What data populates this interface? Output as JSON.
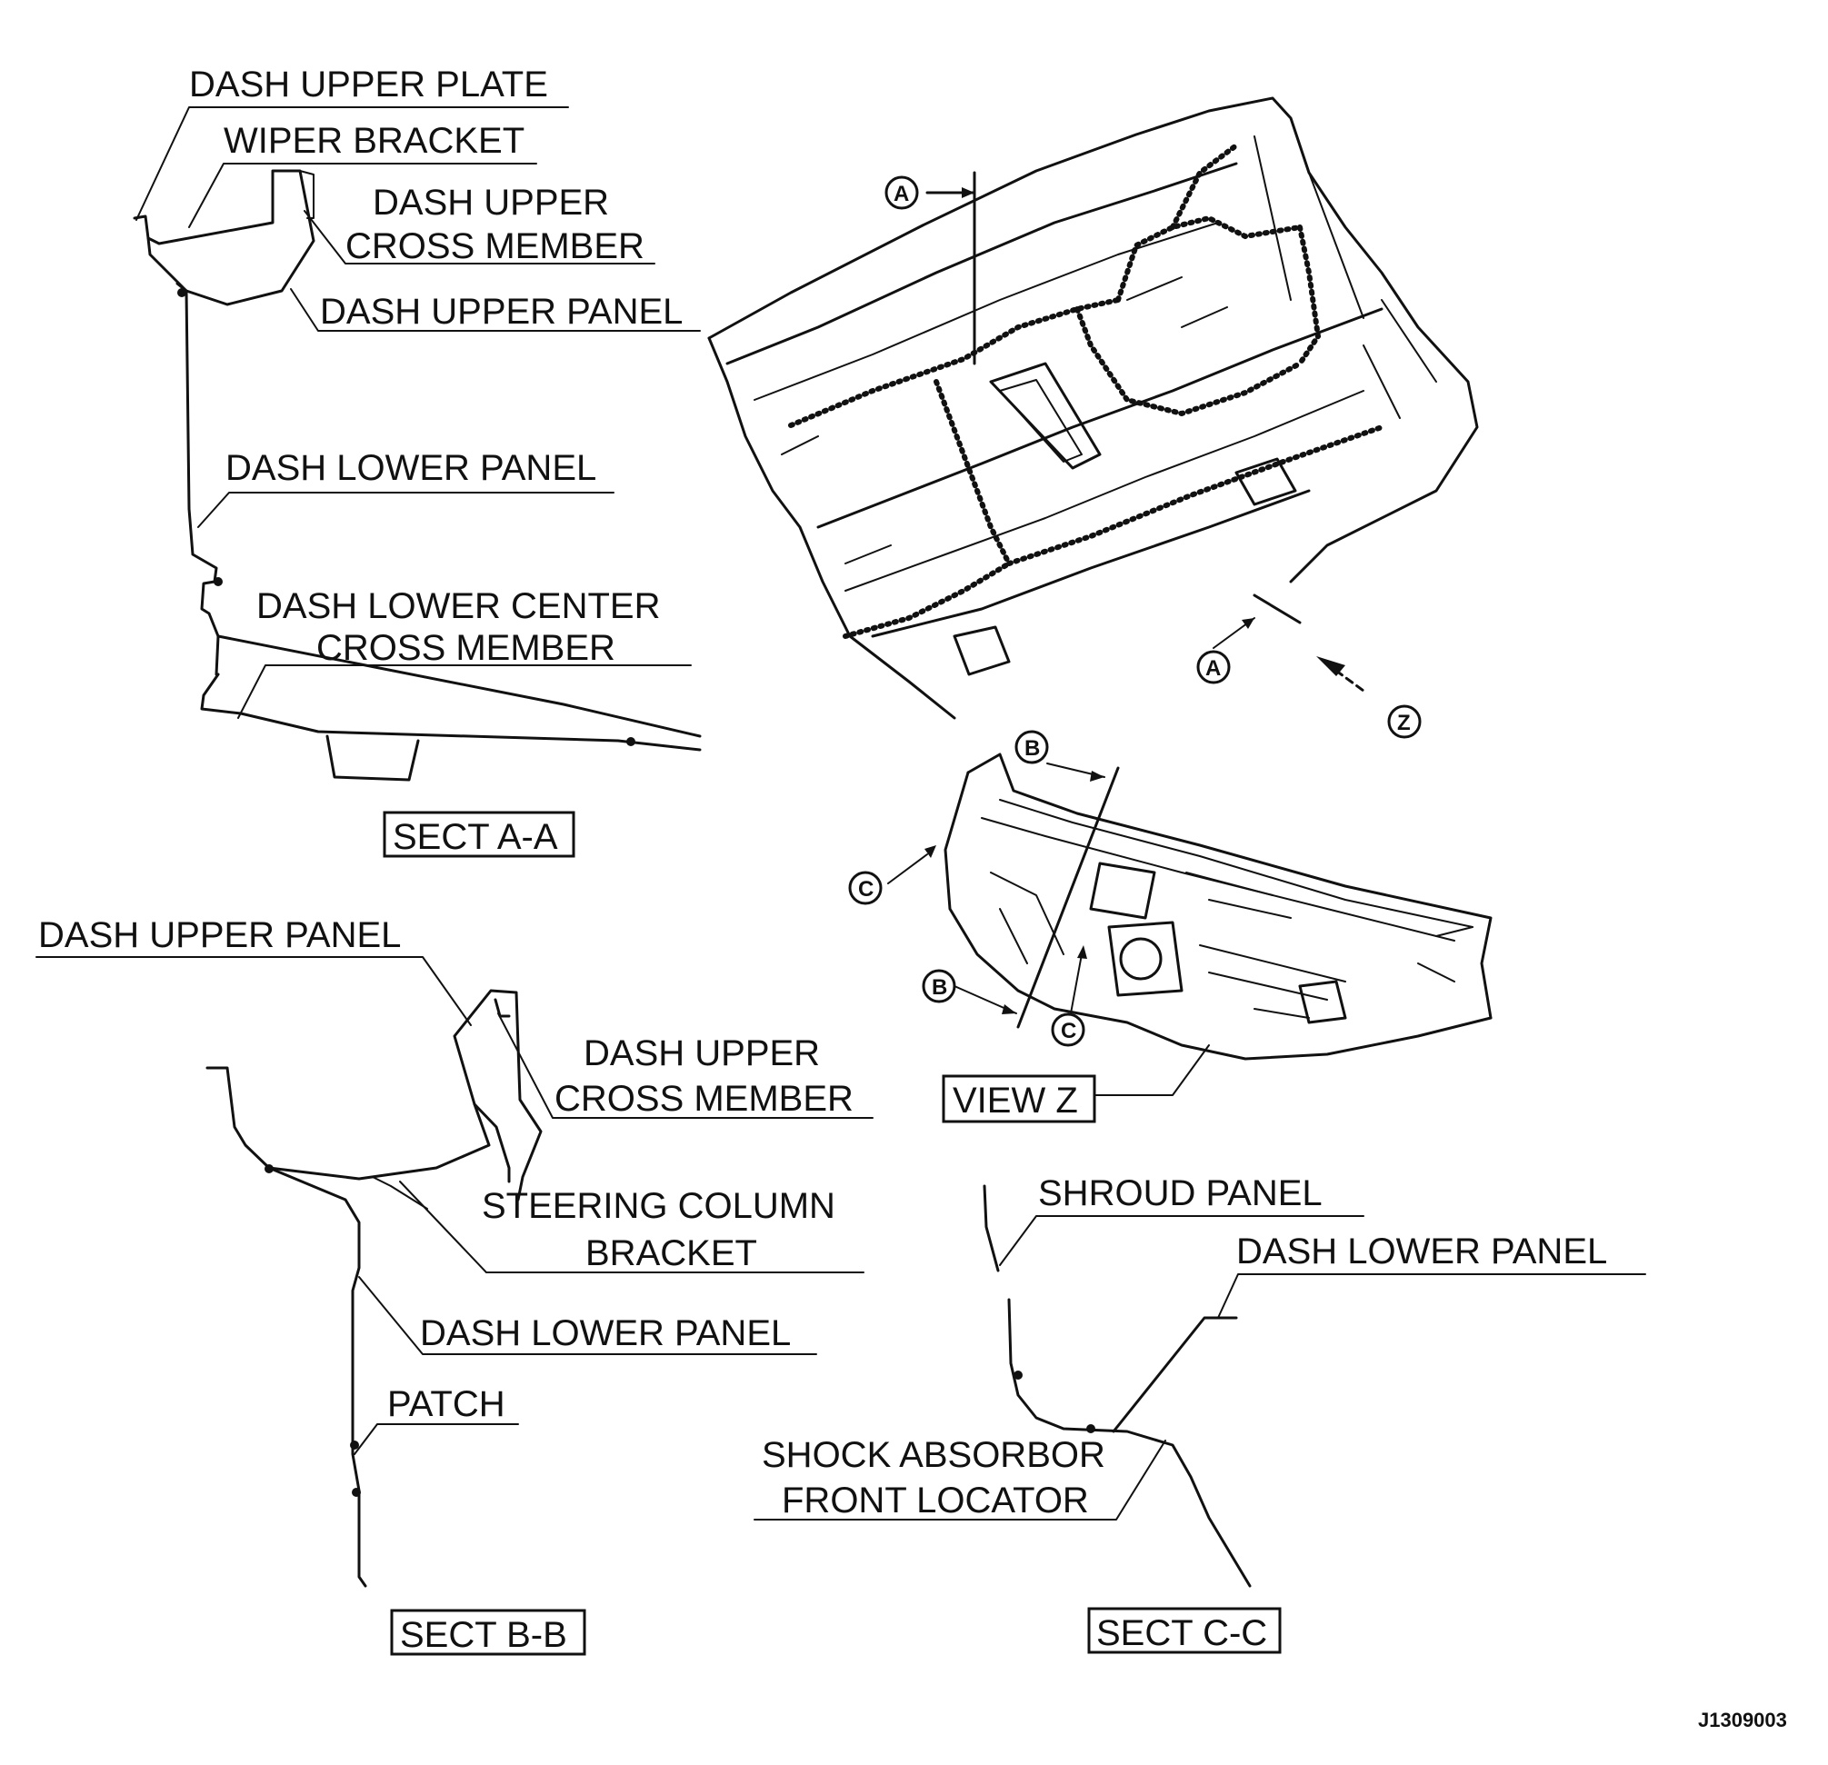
{
  "diagram_id": "J1309003",
  "sect_aa": {
    "title": "SECT A-A",
    "labels": {
      "dash_upper_plate": "DASH UPPER PLATE",
      "wiper_bracket": "WIPER BRACKET",
      "dash_upper_cross_member_1": "DASH UPPER",
      "dash_upper_cross_member_2": "CROSS MEMBER",
      "dash_upper_panel": "DASH UPPER PANEL",
      "dash_lower_panel": "DASH LOWER PANEL",
      "dash_lower_center_cross_member_1": "DASH LOWER CENTER",
      "dash_lower_center_cross_member_2": "CROSS MEMBER"
    }
  },
  "sect_bb": {
    "title": "SECT B-B",
    "labels": {
      "dash_upper_panel": "DASH UPPER PANEL",
      "dash_upper_cross_member_1": "DASH UPPER",
      "dash_upper_cross_member_2": "CROSS MEMBER",
      "steering_column_bracket_1": "STEERING COLUMN",
      "steering_column_bracket_2": "BRACKET",
      "dash_lower_panel": "DASH LOWER PANEL",
      "patch": "PATCH"
    }
  },
  "sect_cc": {
    "title": "SECT C-C",
    "labels": {
      "shroud_panel": "SHROUD PANEL",
      "dash_lower_panel": "DASH LOWER PANEL",
      "shock_absorbor_front_locator_1": "SHOCK ABSORBOR",
      "shock_absorbor_front_locator_2": "FRONT LOCATOR"
    }
  },
  "view_z": {
    "title": "VIEW Z"
  },
  "markers": {
    "a": "A",
    "b": "B",
    "c": "C",
    "z": "Z"
  }
}
